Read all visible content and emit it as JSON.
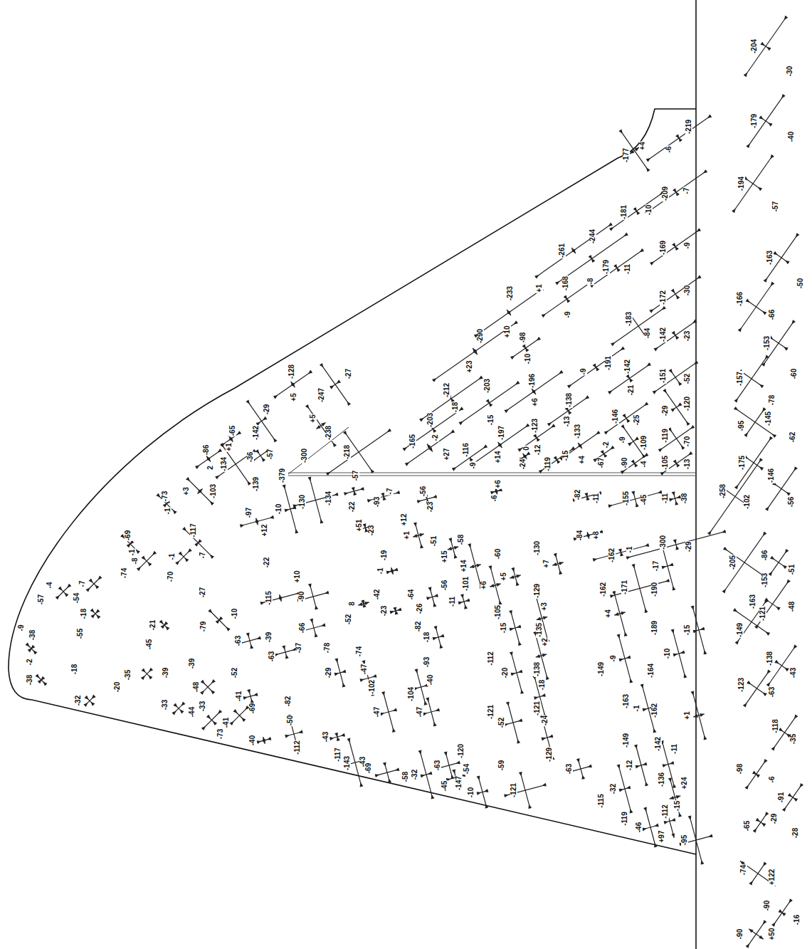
{
  "diagram": {
    "labels": [
      "-204",
      "-30",
      "-179",
      "-40",
      "-194",
      "-57",
      "-163",
      "-50",
      "-166",
      "-66",
      "-153",
      "-60",
      "-157",
      "-78",
      "-95",
      "-145",
      "-175",
      "-62",
      "-146",
      "-56",
      "-258",
      "-102",
      "-86",
      "-51",
      "-205",
      "-153",
      "-163",
      "-48",
      "-149",
      "-121",
      "-138",
      "-43",
      "-123",
      "-63",
      "-118",
      "-35",
      "-98",
      "-6",
      "-65",
      "-29",
      "-91",
      "-28",
      "-74",
      "+122",
      "-90",
      "-16",
      "-90",
      "+50",
      "-219",
      "-6",
      "+4",
      "-177",
      "-209",
      "-7",
      "-181",
      "-10",
      "-169",
      "-9",
      "-244",
      "-8",
      "-179",
      "-11",
      "-172",
      "-30",
      "-261",
      "+1",
      "-168",
      "-9",
      "-183",
      "-84",
      "-142",
      "-23",
      "-233",
      "+10",
      "-98",
      "-10",
      "-191",
      "-9",
      "-142",
      "-21",
      "-151",
      "-52",
      "-196",
      "+6",
      "-138",
      "-13",
      "-146",
      "-25",
      "-29",
      "-120",
      "-290",
      "+23",
      "-203",
      "-15",
      "-123",
      "-12",
      "-133",
      "+4",
      "-9",
      "-109",
      "-119",
      "-70",
      "-105",
      "-13",
      "-90",
      "-4",
      "-212",
      "-18",
      "-197",
      "+14",
      "-67",
      "-2",
      "-119",
      "-15",
      "-165",
      "+27",
      "-116",
      "-9",
      "-203",
      "-2",
      "-24",
      "0",
      "-27",
      "-247",
      "+5",
      "-238",
      "-128",
      "+5",
      "-29",
      "-142",
      "-57",
      "-36",
      "-65",
      "+1",
      "-134",
      "-139",
      "-86",
      "2",
      "-103",
      "+3",
      "-117",
      "-7",
      "-73",
      "-1",
      "-69",
      "-1",
      "-97",
      "+12",
      "-10",
      "-300",
      "-218",
      "-379",
      "-130",
      "-134",
      "-57",
      "-22",
      "+51",
      "-23",
      "-93",
      "-7",
      "-56",
      "-23",
      "-6",
      "+6",
      "-82",
      "-11",
      "-155",
      "-45",
      "-11",
      "-38",
      "-300",
      "-29",
      "-84",
      "+8",
      "-162",
      "-1",
      "-171",
      "-190",
      "-17",
      "-189",
      "-15",
      "-164",
      "-10",
      "-162",
      "+1",
      "-142",
      "-11",
      "-136",
      "+24",
      "-112",
      "-15",
      "+97",
      "-95",
      "-149",
      "-12",
      "-119",
      "-46",
      "-115",
      "-32",
      "-163",
      "-1",
      "-149",
      "-9",
      "-162",
      "+4",
      "-130",
      "+7",
      "-60",
      "+5",
      "-51",
      "+15",
      "-58",
      "+14",
      "-129",
      "+3",
      "-135",
      "+2",
      "-138",
      "-18",
      "-121",
      "-24",
      "-129",
      "-63",
      "-59",
      "-121",
      "-105",
      "-15",
      "-101",
      "+6",
      "-112",
      "-20",
      "-121",
      "-52",
      "-120",
      "-54",
      "-45",
      "-10",
      "-93",
      "-40",
      "-104",
      "-47",
      "-82",
      "-18",
      "-64",
      "-26",
      "-56",
      "-11",
      "-42",
      "-23",
      "-19",
      "-1",
      "+12",
      "+1",
      "-74",
      "-47",
      "-102",
      "-47",
      "-117",
      "-43",
      "-143",
      "-69",
      "-58",
      "-32",
      "-147",
      "-63",
      "-78",
      "-29",
      "-82",
      "-50",
      "-112",
      "-43",
      "-22",
      "-115",
      "+10",
      "-90",
      "-74",
      "-8",
      "-70",
      "-1",
      "-57",
      "-4",
      "-54",
      "-7",
      "-55",
      "-18",
      "-27",
      "-79",
      "-10",
      "-63",
      "-45",
      "-21",
      "-9",
      "-38",
      "-2",
      "-38",
      "-18",
      "-32",
      "-39",
      "-48",
      "-52",
      "-41",
      "-39",
      "-63",
      "-37",
      "-66",
      "-52",
      "8",
      "-20",
      "-35",
      "-39",
      "-33",
      "-44",
      "-33",
      "-73",
      "-41",
      "-69",
      "-40"
    ]
  }
}
